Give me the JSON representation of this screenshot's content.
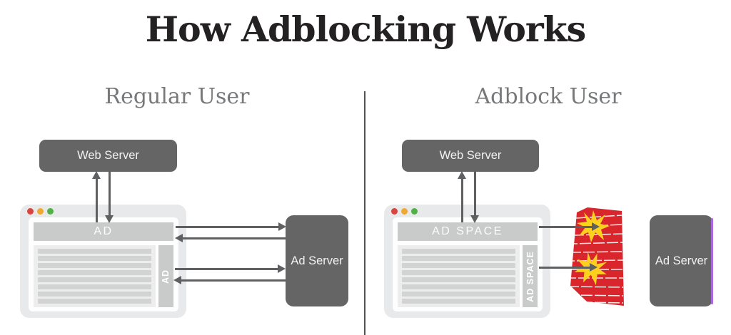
{
  "title": "How Adblocking Works",
  "panels": {
    "regular": {
      "heading": "Regular User",
      "web_server": "Web Server",
      "ad_server": "Ad Server",
      "browser": {
        "top_banner": "AD",
        "side_banner": "AD"
      }
    },
    "adblock": {
      "heading": "Adblock User",
      "web_server": "Web Server",
      "ad_server": "Ad Server",
      "browser": {
        "top_banner": "AD SPACE",
        "side_banner": "AD SPACE"
      }
    }
  },
  "colors": {
    "server_box_gray": "#666565",
    "arrow_gray": "#5f6062",
    "ad_banner_gray": "#c9cbca",
    "browser_frame_gray": "#e8e9ea",
    "brick_red": "#d8262c",
    "starburst_yellow": "#fcd11e",
    "dot_red": "#d8453e",
    "dot_yellow": "#f0a831",
    "dot_green": "#51b148",
    "purple_edge": "#ab68dd",
    "heading_gray": "#77787a",
    "title_black": "#242122"
  },
  "icons": {
    "window_dots": "mac-style window control dots",
    "brick_wall": "adblock firewall brick wall",
    "starburst": "blocked-request impact burst"
  }
}
